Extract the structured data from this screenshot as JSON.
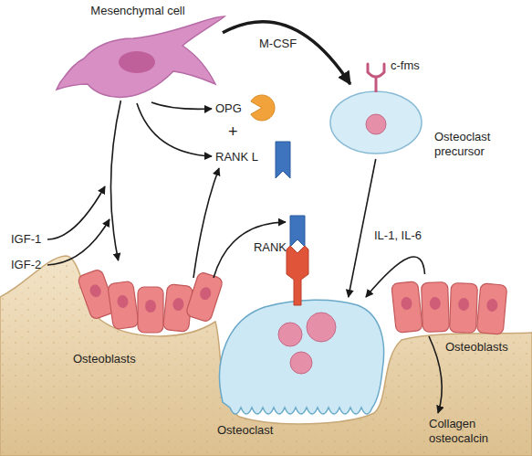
{
  "diagram": {
    "nodes": [
      {
        "text": [
          "Mesenchymal cell"
        ]
      },
      {
        "text": [
          "Osteoclast precursor"
        ]
      },
      {
        "text": [
          "Osteoblasts"
        ]
      },
      {
        "text": [
          "Osteoclast"
        ]
      },
      {
        "text": [
          "Osteoblasts"
        ]
      }
    ],
    "edges": [
      {
        "from": 0,
        "to": 1,
        "label": "M-CSF",
        "arrow": "to"
      },
      {
        "from": 0,
        "to": 2,
        "arrow": "to"
      },
      {
        "from": 1,
        "to": 3,
        "arrow": "to"
      },
      {
        "from": 4,
        "to": 3,
        "label": "IL-1, IL-6",
        "arrow": "to"
      }
    ],
    "labels": [
      "c-fms",
      "OPG",
      "+",
      "RANK L",
      "IGF-1",
      "IGF-2",
      "RANK",
      "Collagen osteocalcin"
    ]
  }
}
